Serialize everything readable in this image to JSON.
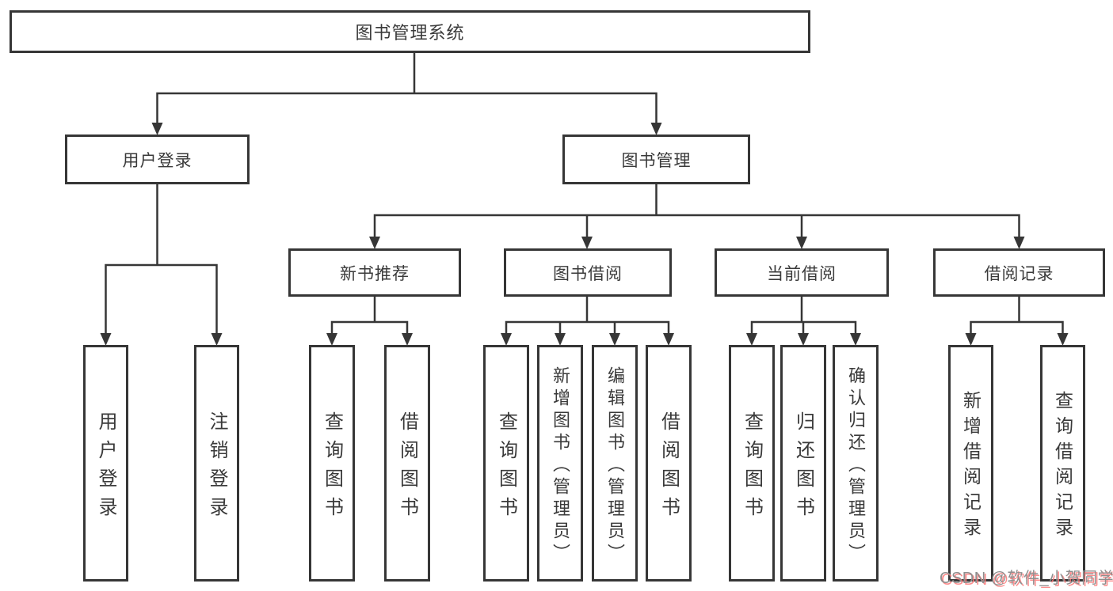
{
  "diagram_title": "图书管理系统",
  "tree": {
    "label": "图书管理系统",
    "children": [
      {
        "label": "用户登录",
        "children": [
          {
            "label": "用户登录"
          },
          {
            "label": "注销登录"
          }
        ]
      },
      {
        "label": "图书管理",
        "children": [
          {
            "label": "新书推荐",
            "children": [
              {
                "label": "查询图书"
              },
              {
                "label": "借阅图书"
              }
            ]
          },
          {
            "label": "图书借阅",
            "children": [
              {
                "label": "查询图书"
              },
              {
                "label": "新增图书（管理员）"
              },
              {
                "label": "编辑图书（管理员）"
              },
              {
                "label": "借阅图书"
              }
            ]
          },
          {
            "label": "当前借阅",
            "children": [
              {
                "label": "查询图书"
              },
              {
                "label": "归还图书"
              },
              {
                "label": "确认归还（管理员）"
              }
            ]
          },
          {
            "label": "借阅记录",
            "children": [
              {
                "label": "新增借阅记录"
              },
              {
                "label": "查询借阅记录"
              }
            ]
          }
        ]
      }
    ]
  },
  "watermark": {
    "text": "CSDN @软件_小贺同学"
  },
  "colors": {
    "line": "#363636",
    "text": "#3a3a3a",
    "background": "#ffffff",
    "watermark_gray": "#8f8f8f",
    "watermark_shadow_red": "#fd7878"
  }
}
